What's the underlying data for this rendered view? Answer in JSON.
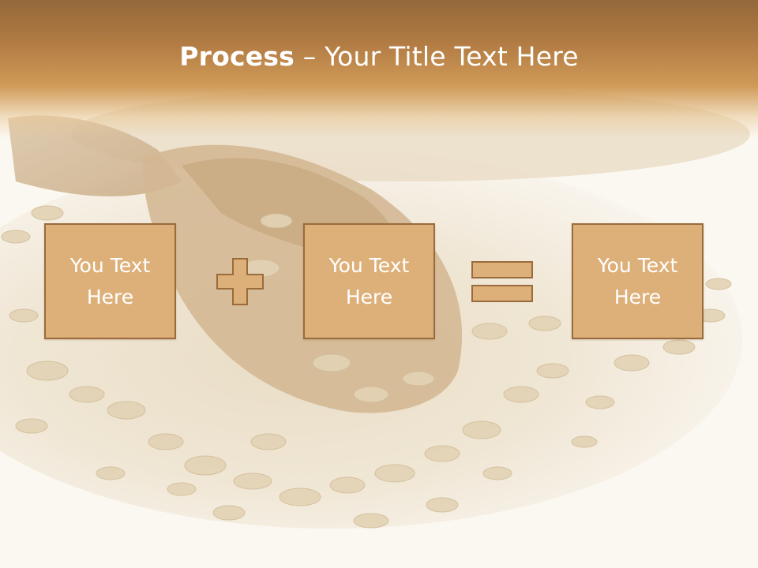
{
  "slide": {
    "title_bold": "Process",
    "title_rest": " – Your Title Text Here",
    "boxes": [
      {
        "line1": "You Text",
        "line2": "Here"
      },
      {
        "line1": "You Text",
        "line2": "Here"
      },
      {
        "line1": "You Text",
        "line2": "Here"
      }
    ],
    "operators": [
      "plus-icon",
      "equals-icon"
    ]
  },
  "colors": {
    "title_band": "#b07a43",
    "box_fill": "#ddb07a",
    "box_border": "#9a6b3c",
    "text": "#ffffff"
  }
}
